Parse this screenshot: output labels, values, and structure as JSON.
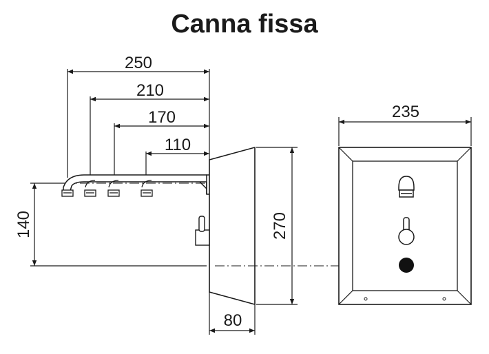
{
  "title": "Canna fissa",
  "dimensions": {
    "d250": "250",
    "d210": "210",
    "d170": "170",
    "d110": "110",
    "d140": "140",
    "d270": "270",
    "d80": "80",
    "d235": "235"
  }
}
